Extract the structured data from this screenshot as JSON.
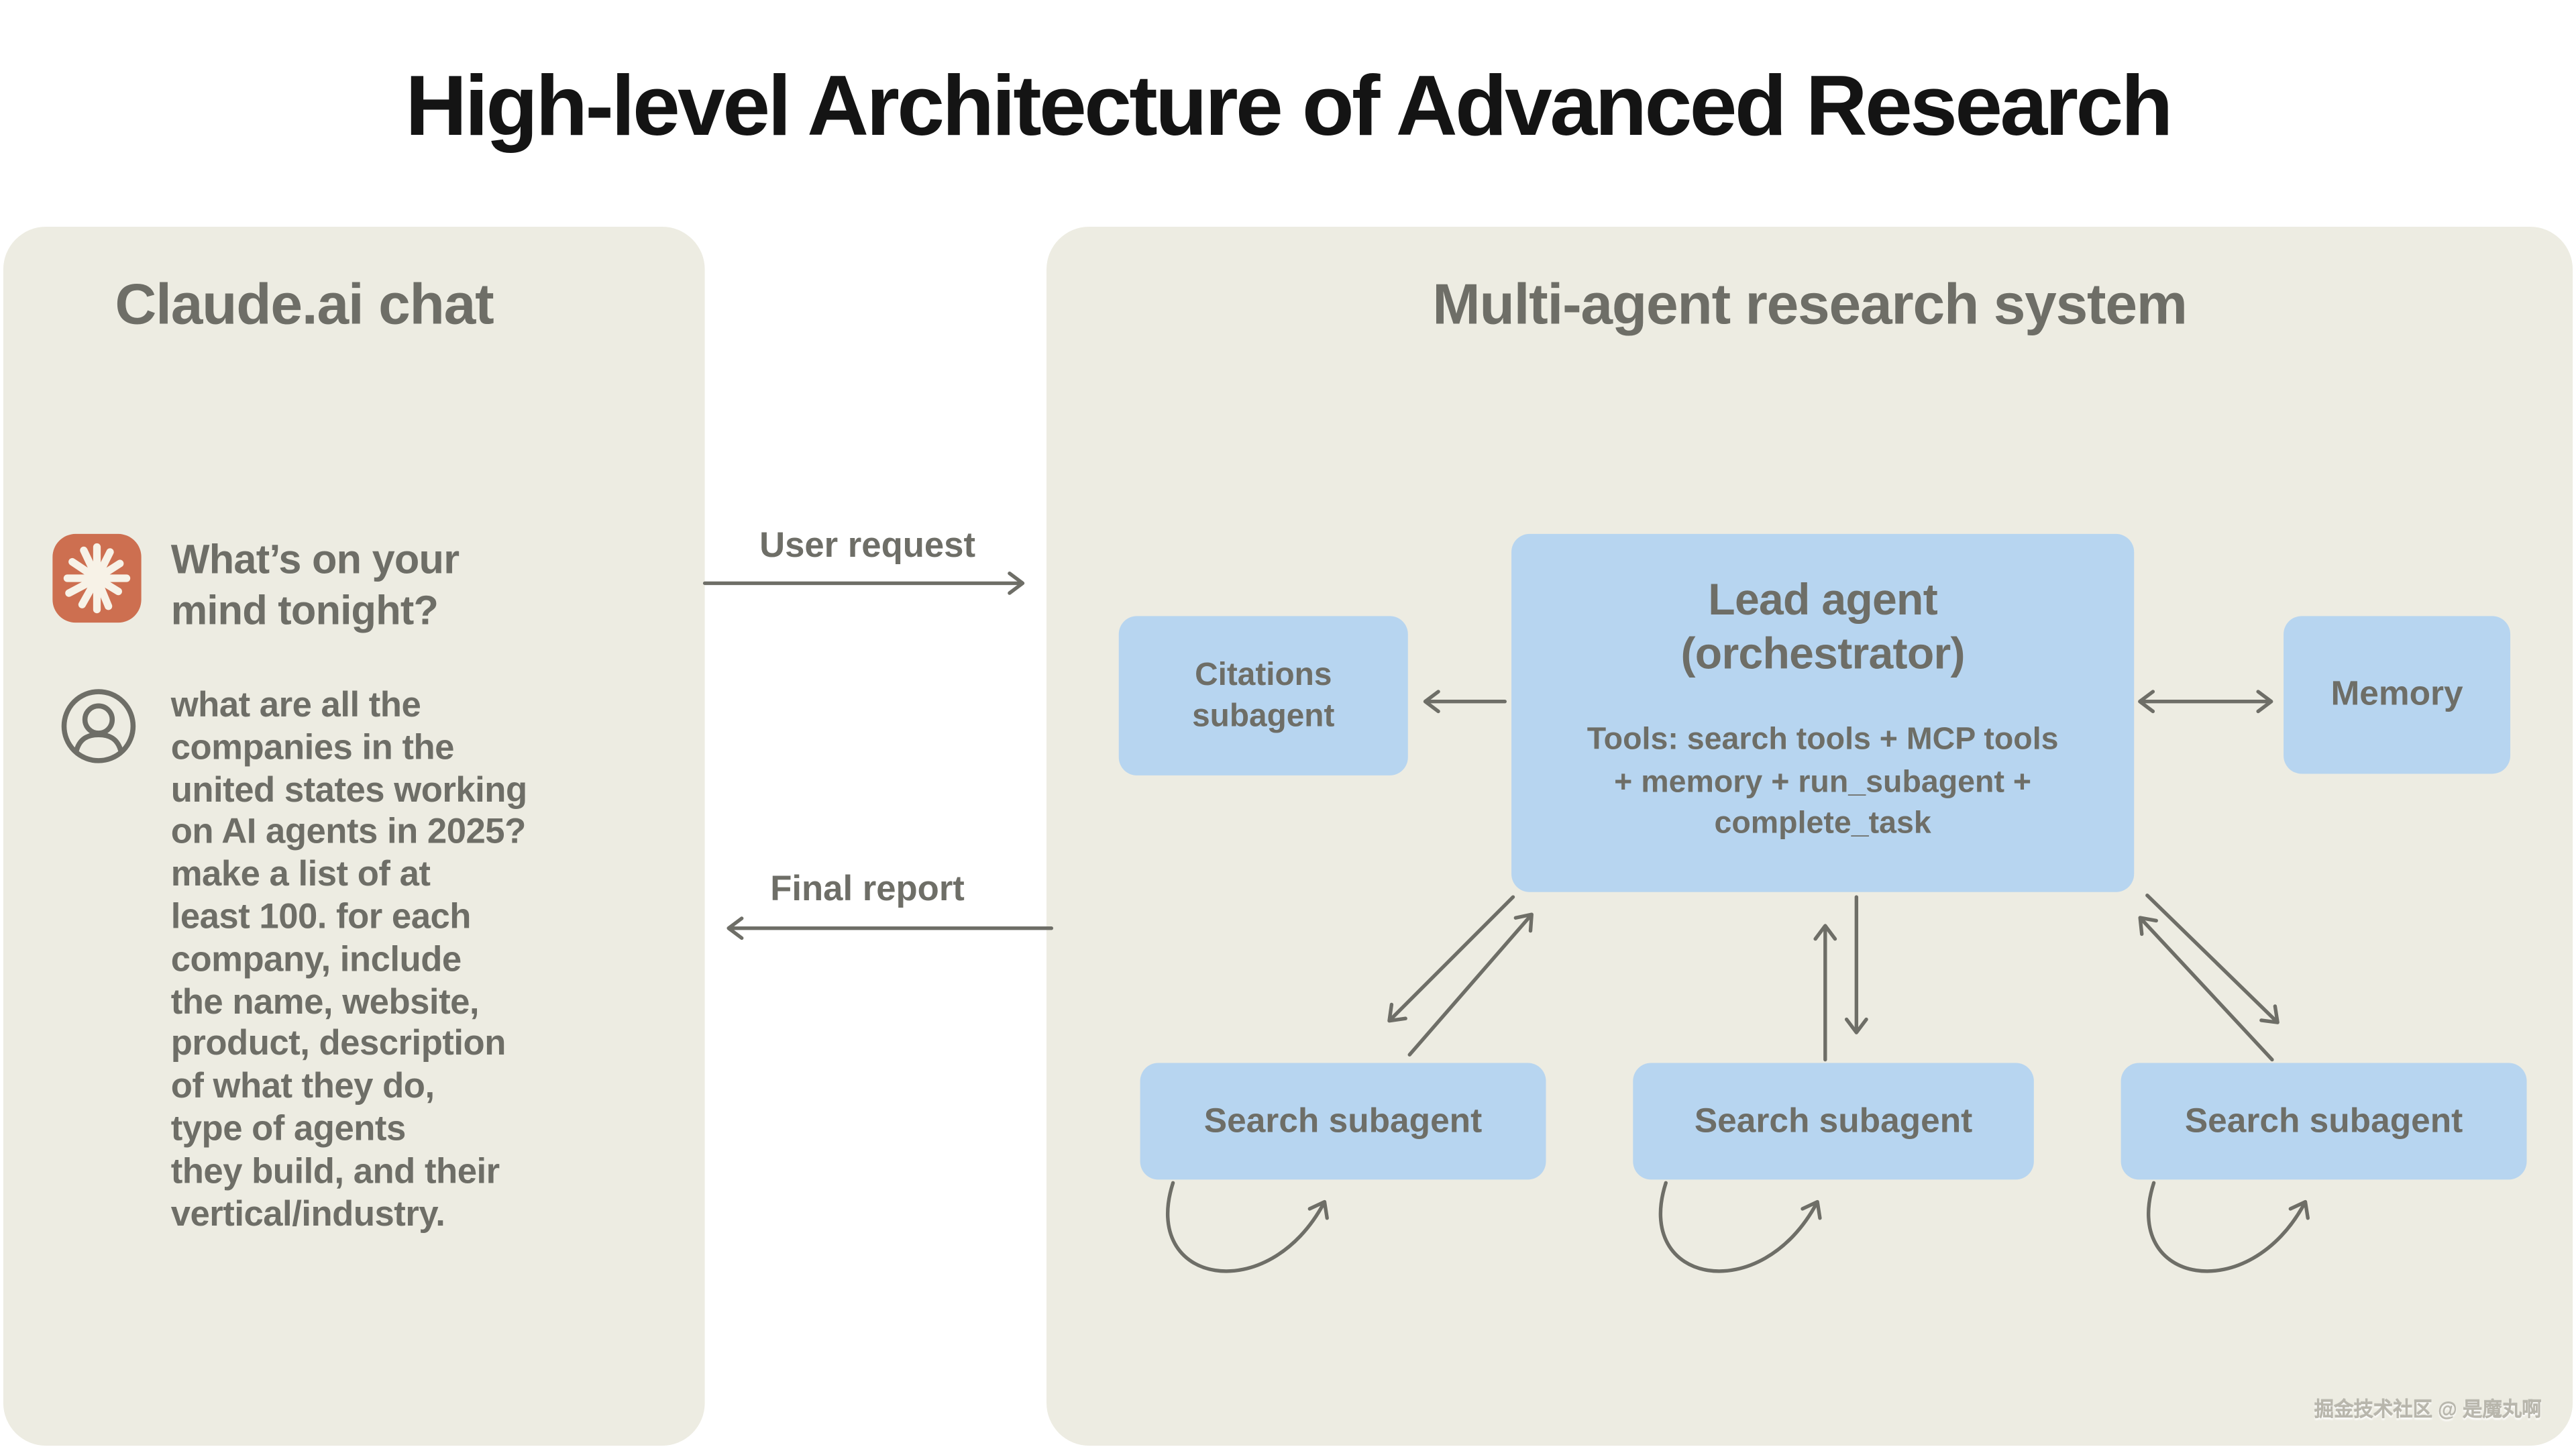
{
  "page": {
    "title": "High-level Architecture of Advanced Research"
  },
  "claude_chat": {
    "title": "Claude.ai chat",
    "greeting_lines": [
      "What’s on your",
      "mind tonight?"
    ],
    "user_query_lines": [
      "what are all the",
      "companies in the",
      "united states working",
      "on AI agents in 2025?",
      "make a list of at",
      "least 100. for each",
      "company, include",
      "the name, website,",
      "product, description",
      "of what they do,",
      "type of agents",
      "they build, and their",
      "vertical/industry."
    ],
    "icons": {
      "claude_logo": "claude-starburst-icon",
      "user_avatar": "person-in-circle-icon"
    }
  },
  "flow": {
    "user_request": "User request",
    "final_report": "Final report"
  },
  "multi_agent": {
    "title": "Multi-agent research system",
    "citations_lines": [
      "Citations",
      "subagent"
    ],
    "lead_title_lines": [
      "Lead agent",
      "(orchestrator)"
    ],
    "lead_tools_lines": [
      "Tools: search tools + MCP tools",
      "+ memory + run_subagent +",
      "complete_task"
    ],
    "memory_label": "Memory",
    "search_subagents": [
      "Search subagent",
      "Search subagent",
      "Search subagent"
    ]
  },
  "watermark": "掘金技术社区 @ 是魔丸啊",
  "colors": {
    "panel-bg": "#edece2",
    "box-blue": "#b7d5f0",
    "text-gray": "#6e6e67",
    "title-black": "#141414",
    "claude-orange": "#cd6f50",
    "arrow-gray": "#6e6e67",
    "watermark-gray": "#b8b6ac"
  }
}
